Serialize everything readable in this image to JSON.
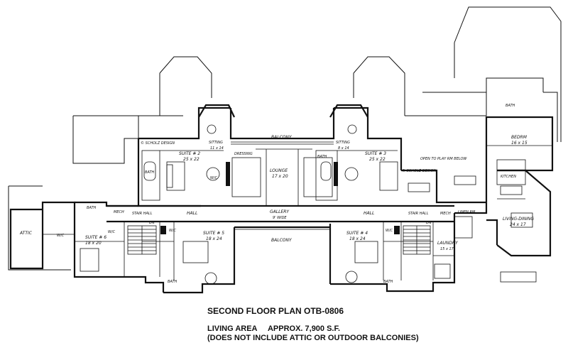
{
  "plan": {
    "title": "SECOND FLOOR PLAN OTB-0806",
    "area_line": "LIVING AREA     APPROX. 7,900 S.F.",
    "note_line": "(DOES NOT INCLUDE ATTIC OR OUTDOOR BALCONIES)"
  },
  "rooms": {
    "balcony_top": "BALCONY",
    "balcony_bottom": "BALCONY",
    "sitting_left": "SITTING",
    "sitting_left_dim": "11 x 14",
    "sitting_right": "SITTING",
    "sitting_right_dim": "8 x 14",
    "suite2": "SUITE # 2",
    "suite2_dim": "25 x 22",
    "suite3": "SUITE # 3",
    "suite3_dim": "25 x 22",
    "suite4": "SUITE # 4",
    "suite4_dim": "18 x 24",
    "suite5": "SUITE # 5",
    "suite5_dim": "18 x 24",
    "suite6": "SUITE # 6",
    "suite6_dim": "18 x 20",
    "lounge": "LOUNGE",
    "lounge_dim": "17 x 20",
    "gallery": "GALLERY",
    "gallery_dim": "9' WIDE",
    "hall_left": "HALL",
    "hall_right": "HALL",
    "stair_hall_left": "STAIR HALL",
    "stair_hall_right": "STAIR HALL",
    "dressing": "DRESSING",
    "bath_suite2": "BATH",
    "bath_suite3": "BATH",
    "bath_suite5": "BATH",
    "bath_suite4": "BATH",
    "bath_attic": "BATH",
    "bath_bedroom": "BATH",
    "wic_suite2": "W/C",
    "wic_suite6": "W/C",
    "wic_suite4": "W/C",
    "wic_suite5": "W/C",
    "wic_attic": "W/C",
    "attic": "ATTIC",
    "bedroom": "BEDRM",
    "bedroom_dim": "16 x 15",
    "living_dining": "LIVING-DINING",
    "living_dining_dim": "24 x 17",
    "kitchen": "KITCHEN",
    "linen_rm": "LINEN RM",
    "laundry": "LAUNDRY",
    "laundry_dim": "15 x 17",
    "open_note": "OPEN TO PLAY RM BELOW",
    "dn_left": "DN",
    "dn_right": "DN",
    "mech_left": "MECH",
    "mech_right": "MECH",
    "brand_left": "© SCHOLZ DESIGN",
    "brand_right": "© SCHOLZ DESIGN"
  }
}
